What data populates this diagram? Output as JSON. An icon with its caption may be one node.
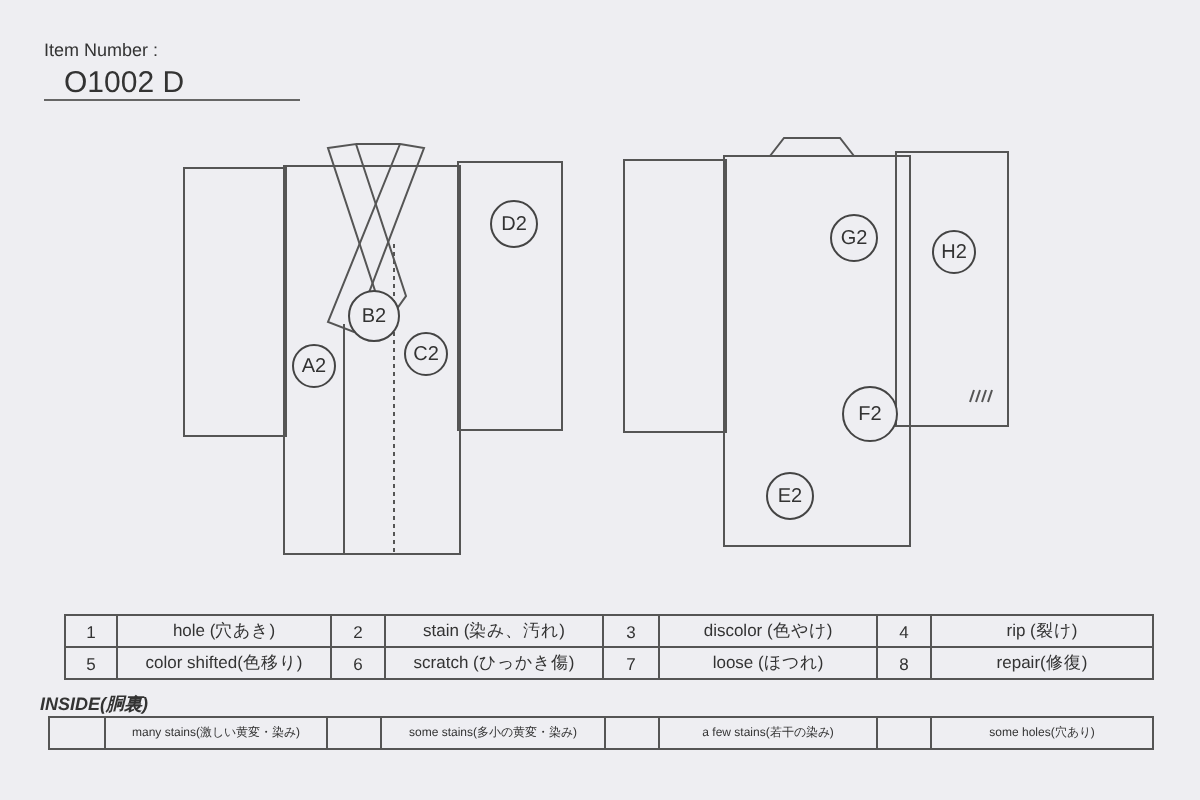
{
  "diagram": {
    "nodes": [
      {
        "text": [
          "D2"
        ]
      },
      {
        "text": [
          "G2"
        ]
      },
      {
        "text": [
          "H2"
        ]
      },
      {
        "text": [
          "B2"
        ]
      },
      {
        "text": [
          "C2"
        ]
      },
      {
        "text": [
          "A2"
        ]
      },
      {
        "text": [
          "F2"
        ]
      },
      {
        "text": [
          "E2"
        ]
      }
    ],
    "labels": [
      "Item Number :",
      "O1002 D",
      "1",
      "hole (穴あき)",
      "2",
      "stain (染み、汚れ)",
      "3",
      "discolor (色やけ)",
      "4",
      "rip (裂け)",
      "5",
      "color shifted(色移り)",
      "6",
      "scratch (ひっかき傷)",
      "7",
      "loose (ほつれ)",
      "8",
      "repair(修復)",
      "INSIDE(胴裏)",
      "many stains(激しい黄変・染み)",
      "some stains(多小の黄変・染み)",
      "a few stains(若干の染み)",
      "some holes(穴あり)"
    ]
  }
}
